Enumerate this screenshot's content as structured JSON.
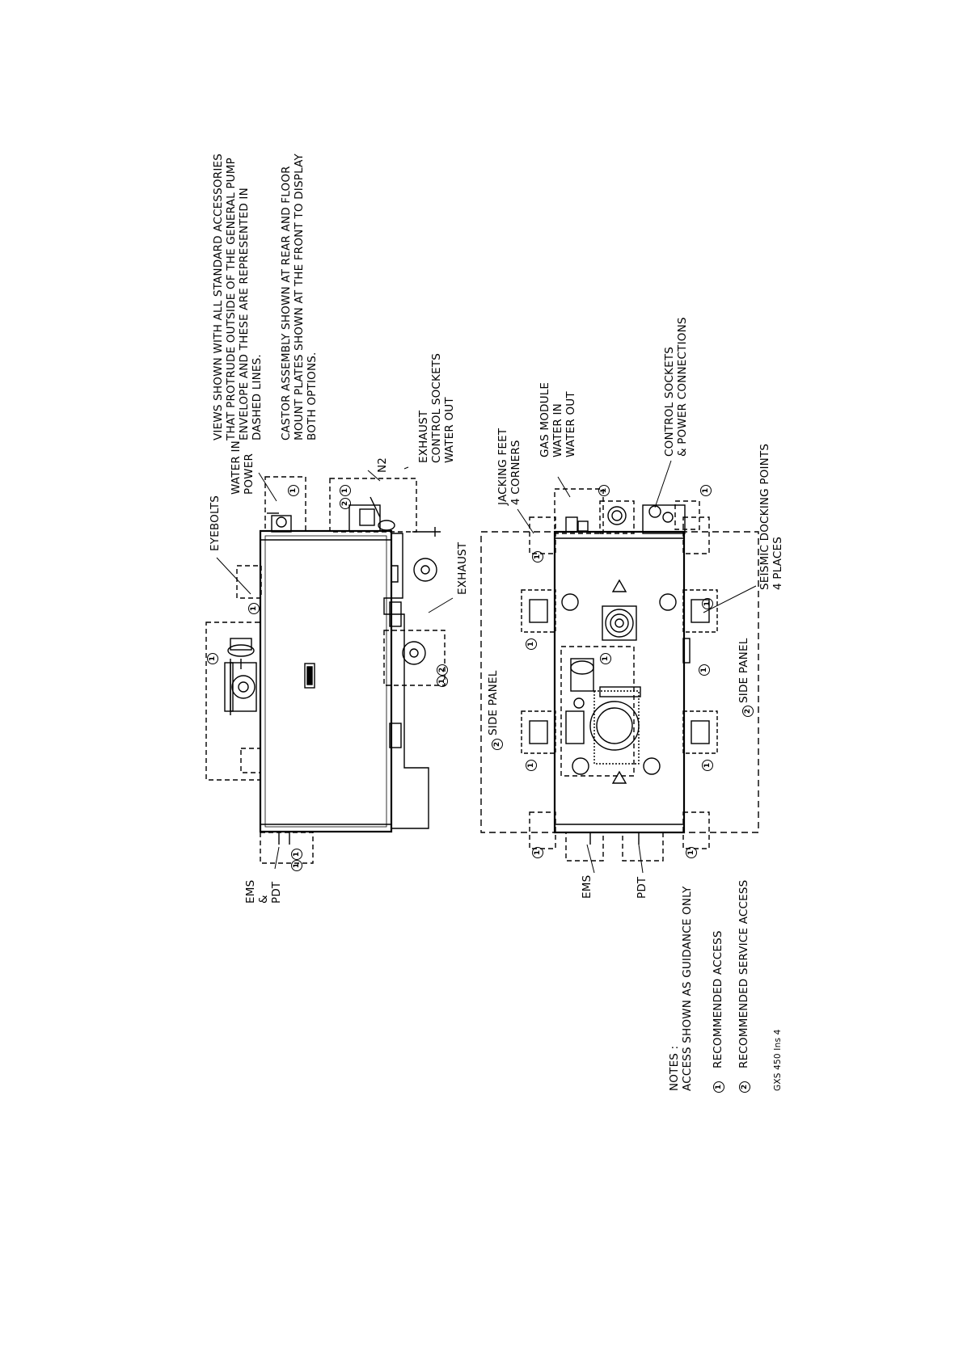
{
  "notes_top": {
    "views_note": "VIEWS SHOWN WITH ALL STANDARD ACCESSORIES\nTHAT PROTRUDE OUTSIDE OF THE GENERAL PUMP\nENVELOPE AND THESE ARE REPRESENTED IN\nDASHED LINES.",
    "castor_note": "CASTOR ASSEMBLY SHOWN AT REAR AND FLOOR\nMOUNT PLATES SHOWN AT THE FRONT TO DISPLAY\nBOTH OPTIONS."
  },
  "top_view_labels": {
    "eyebolts": "EYEBOLTS",
    "water_in_power": "WATER IN\nPOWER",
    "n2": "N2",
    "exhaust_control_water": "EXHAUST\nCONTROL SOCKETS\nWATER OUT",
    "exhaust": "EXHAUST",
    "ems_pdt": "EMS\n&\nPDT"
  },
  "bottom_view_labels": {
    "jacking_feet": "JACKING FEET\n4 CORNERS",
    "gas_module": "GAS MODULE\nWATER IN\nWATER OUT",
    "control_power": "CONTROL SOCKETS\n& POWER CONNECTIONS",
    "seismic": "SEISMIC DOCKING POINTS\n4 PLACES",
    "side_panel_top": "SIDE PANEL",
    "side_panel_bottom": "SIDE PANEL",
    "ems": "EMS",
    "pdt": "PDT"
  },
  "legend": {
    "notes_heading": "NOTES :\nACCESS SHOWN AS GUIDANCE ONLY",
    "item1_symbol": "1",
    "item1": "RECOMMENDED ACCESS",
    "item2_symbol": "2",
    "item2": "RECOMMENDED SERVICE ACCESS"
  },
  "drawing_ref": "GXS 450 Ins 4"
}
